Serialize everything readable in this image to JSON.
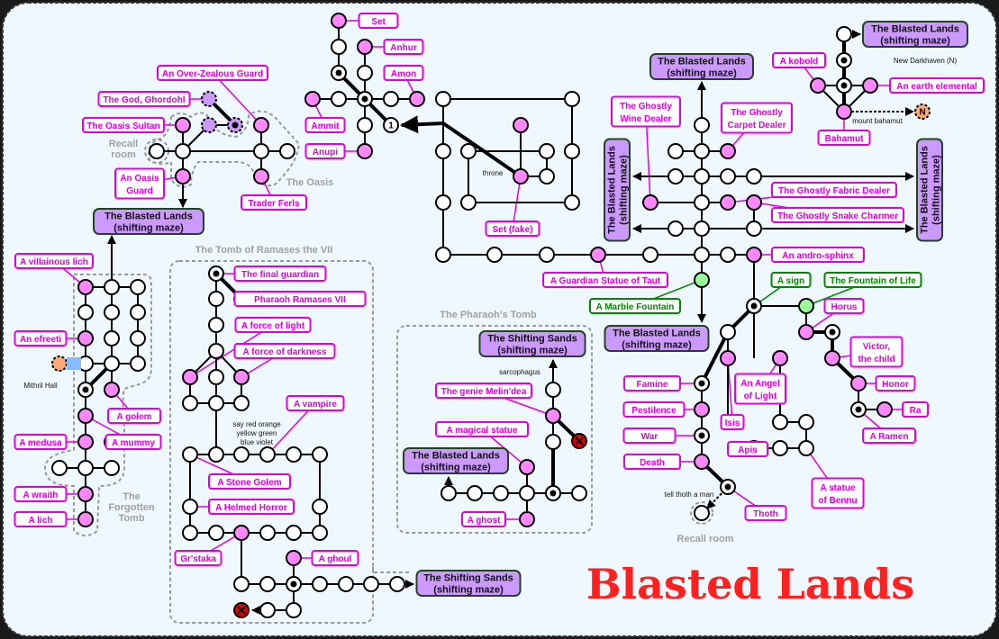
{
  "title": "Blasted Lands",
  "colors": {
    "background": "#f0f8ff",
    "npc_border": "#e000e0",
    "npc_node": "#ff88ff",
    "exit_fill": "#cc99ff",
    "exit_border": "#224422",
    "fountain_node": "#99ff99",
    "fountain_text": "#008800",
    "title": "#ff2020",
    "portal_node": "#ffaa77"
  },
  "exits": {
    "oasis": [
      "The Blasted Lands",
      "(shifting maze)"
    ],
    "north_center": [
      "The Blasted Lands",
      "(shifting maze)"
    ],
    "top_right": [
      "The Blasted Lands",
      "(shifting maze)"
    ],
    "west_vertical": [
      "The Blasted Lands",
      "(shifting maze)"
    ],
    "east_vertical": [
      "The Blasted Lands",
      "(shifting maze)"
    ],
    "south_center": [
      "The Blasted Lands",
      "(shifting maze)"
    ],
    "pharaoh_sands": [
      "The Shifting Sands",
      "(shifting maze)"
    ],
    "pharaoh_lands": [
      "The Blasted Lands",
      "(shifting maze)"
    ],
    "tomb_sands": [
      "The Shifting Sands",
      "(shifting maze)"
    ]
  },
  "npcs": {
    "set": [
      "Set"
    ],
    "anhur": [
      "Anhur"
    ],
    "amon": [
      "Amon"
    ],
    "over_zealous_guard": [
      "An Over-Zealous Guard"
    ],
    "god_ghordohl": [
      "The God, Ghordohl"
    ],
    "oasis_sultan": [
      "The Oasis Sultan"
    ],
    "ammit": [
      "Ammit"
    ],
    "anupi": [
      "Anupi"
    ],
    "oasis_guard": [
      "An Oasis",
      "Guard"
    ],
    "trader_ferls": [
      "Trader Ferls"
    ],
    "villainous_lich": [
      "A villainous lich"
    ],
    "efreeti": [
      "An efreeti"
    ],
    "golem": [
      "A golem"
    ],
    "medusa": [
      "A medusa"
    ],
    "mummy": [
      "A mummy"
    ],
    "wraith": [
      "A wraith"
    ],
    "lich": [
      "A lich"
    ],
    "final_guardian": [
      "The final guardian"
    ],
    "pharaoh_ramases": [
      "Pharaoh Ramases VII"
    ],
    "force_of_light": [
      "A force of light"
    ],
    "force_of_darkness": [
      "A force of darkness"
    ],
    "vampire": [
      "A vampire"
    ],
    "stone_golem": [
      "A Stone Golem"
    ],
    "helmed_horror": [
      "A Helmed Horror"
    ],
    "grstaka": [
      "Gr'staka"
    ],
    "ghoul": [
      "A ghoul"
    ],
    "wine_dealer": [
      "The Ghostly",
      "Wine Dealer"
    ],
    "carpet_dealer": [
      "The Ghostly",
      "Carpet Dealer"
    ],
    "fabric_dealer": [
      "The Ghostly Fabric Dealer"
    ],
    "snake_charmer": [
      "The Ghostly Snake Charmer"
    ],
    "andro_sphinx": [
      "An andro-sphinx"
    ],
    "statue_taut": [
      "A Guardian Statue of Taut"
    ],
    "set_fake": [
      "Set (fake)"
    ],
    "kobold": [
      "A kobold"
    ],
    "earth_elemental": [
      "An earth elemental"
    ],
    "bahamut": [
      "Bahamut"
    ],
    "isis": [
      "Isis"
    ],
    "famine": [
      "Famine"
    ],
    "pestilence": [
      "Pestilence"
    ],
    "war": [
      "War"
    ],
    "death": [
      "Death"
    ],
    "angel_of_light": [
      "An Angel",
      "of Light"
    ],
    "apis": [
      "Apis"
    ],
    "statue_bennu": [
      "A statue",
      "of Bennu"
    ],
    "thoth": [
      "Thoth"
    ],
    "horus": [
      "Horus"
    ],
    "victor": [
      "Victor,",
      "the child"
    ],
    "honor": [
      "Honor"
    ],
    "ra": [
      "Ra"
    ],
    "ramen": [
      "A Ramen"
    ],
    "genie": [
      "The genie Melin'dea"
    ],
    "magical_statue": [
      "A magical statue"
    ],
    "ghost": [
      "A ghost"
    ]
  },
  "fountains": {
    "marble_fountain": [
      "A Marble Fountain"
    ],
    "sign": [
      "A sign"
    ],
    "fountain_of_life": [
      "The Fountain of Life"
    ]
  },
  "areas": {
    "recall_room_oasis": [
      "Recall",
      "room"
    ],
    "oasis": [
      "The Oasis"
    ],
    "tomb_ramases": [
      "The Tomb of Ramases the VII"
    ],
    "pharaohs_tomb": [
      "The Pharaoh's Tomb"
    ],
    "forgotten_tomb": [
      "The",
      "Forgotten",
      "Tomb"
    ],
    "recall_room_east": [
      "Recall room"
    ]
  },
  "notes": {
    "new_darkhaven": [
      "New Darkhaven (N)"
    ],
    "mount_bahamut": [
      "mount bahamut"
    ],
    "throne": [
      "throne"
    ],
    "mithril_hall": [
      "Mithril Hall"
    ],
    "say_colors": [
      "say red orange",
      "yellow green",
      "blue violet"
    ],
    "sarcophagus": [
      "sarcophagus"
    ],
    "tell_thoth": [
      "tell thoth a man"
    ]
  },
  "markers": {
    "waypoint_1": "1",
    "portal_n": "N"
  }
}
